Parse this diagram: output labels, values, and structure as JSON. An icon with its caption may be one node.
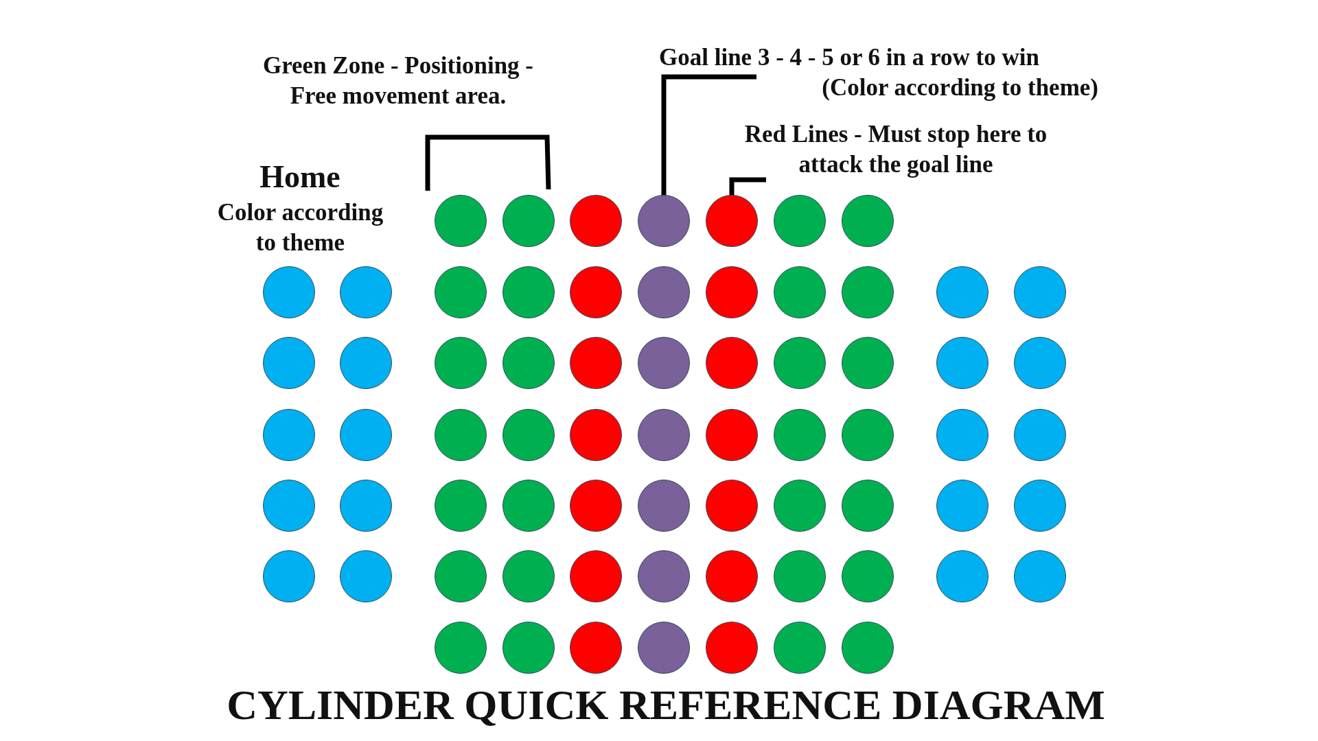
{
  "diagram": {
    "title": "CYLINDER QUICK REFERENCE DIAGRAM",
    "nodes": [
      {
        "text": [
          "Goal line 3 - 4 - 5 or 6 in a row to win",
          "(Color according to theme)"
        ]
      },
      {
        "text": [
          "Red Lines - Must stop here to attack the goal line"
        ]
      },
      {
        "text": [],
        "shape": "circle"
      },
      {
        "text": [],
        "shape": "circle"
      },
      {
        "text": [],
        "shape": "circle"
      },
      {
        "text": [],
        "shape": "circle"
      },
      {
        "text": [],
        "shape": "circle"
      },
      {
        "text": [],
        "shape": "circle"
      },
      {
        "text": [],
        "shape": "circle"
      },
      {
        "text": [],
        "shape": "circle"
      },
      {
        "text": [],
        "shape": "circle"
      },
      {
        "text": [],
        "shape": "circle"
      },
      {
        "text": [],
        "shape": "circle"
      },
      {
        "text": [],
        "shape": "circle"
      },
      {
        "text": [],
        "shape": "circle"
      },
      {
        "text": [],
        "shape": "circle"
      },
      {
        "text": [],
        "shape": "circle"
      },
      {
        "text": [],
        "shape": "circle"
      },
      {
        "text": [],
        "shape": "circle"
      },
      {
        "text": [],
        "shape": "circle"
      },
      {
        "text": [],
        "shape": "circle"
      },
      {
        "text": [],
        "shape": "circle"
      },
      {
        "text": [],
        "shape": "circle"
      },
      {
        "text": [],
        "shape": "circle"
      },
      {
        "text": [],
        "shape": "circle"
      },
      {
        "text": [],
        "shape": "circle"
      },
      {
        "text": [],
        "shape": "circle"
      },
      {
        "text": [],
        "shape": "circle"
      },
      {
        "text": [],
        "shape": "circle"
      },
      {
        "text": [],
        "shape": "circle"
      },
      {
        "text": [],
        "shape": "circle"
      },
      {
        "text": [],
        "shape": "circle"
      },
      {
        "text": [],
        "shape": "circle"
      },
      {
        "text": [],
        "shape": "circle"
      },
      {
        "text": [],
        "shape": "circle"
      },
      {
        "text": [],
        "shape": "circle"
      },
      {
        "text": [],
        "shape": "circle"
      },
      {
        "text": [],
        "shape": "circle"
      },
      {
        "text": [],
        "shape": "circle"
      },
      {
        "text": [],
        "shape": "circle"
      },
      {
        "text": [],
        "shape": "circle"
      },
      {
        "text": [],
        "shape": "circle"
      },
      {
        "text": [],
        "shape": "circle"
      },
      {
        "text": [],
        "shape": "circle"
      },
      {
        "text": [],
        "shape": "circle"
      },
      {
        "text": [],
        "shape": "circle"
      },
      {
        "text": [],
        "shape": "circle"
      },
      {
        "text": [],
        "shape": "circle"
      },
      {
        "text": [],
        "shape": "circle"
      },
      {
        "text": [],
        "shape": "circle"
      },
      {
        "text": [],
        "shape": "circle"
      },
      {
        "text": [],
        "shape": "circle"
      },
      {
        "text": [],
        "shape": "circle"
      },
      {
        "text": [],
        "shape": "circle"
      },
      {
        "text": [],
        "shape": "circle"
      },
      {
        "text": [],
        "shape": "circle"
      },
      {
        "text": [],
        "shape": "circle"
      },
      {
        "text": [],
        "shape": "circle"
      },
      {
        "text": [],
        "shape": "circle"
      },
      {
        "text": [],
        "shape": "circle"
      },
      {
        "text": [],
        "shape": "circle"
      },
      {
        "text": [],
        "shape": "circle"
      },
      {
        "text": [],
        "shape": "circle"
      },
      {
        "text": [],
        "shape": "circle"
      },
      {
        "text": [],
        "shape": "circle"
      },
      {
        "text": [],
        "shape": "circle"
      },
      {
        "text": [],
        "shape": "circle"
      },
      {
        "text": [],
        "shape": "circle"
      },
      {
        "text": [],
        "shape": "circle"
      },
      {
        "text": [],
        "shape": "circle"
      },
      {
        "text": [],
        "shape": "circle"
      }
    ],
    "edges": [
      {
        "from": 0,
        "to": 5,
        "arrow": "none"
      },
      {
        "from": 1,
        "to": 6,
        "arrow": "none"
      }
    ],
    "labels": [
      "Green Zone - Positioning - Free movement area.",
      "Home",
      "Color according to theme"
    ]
  }
}
